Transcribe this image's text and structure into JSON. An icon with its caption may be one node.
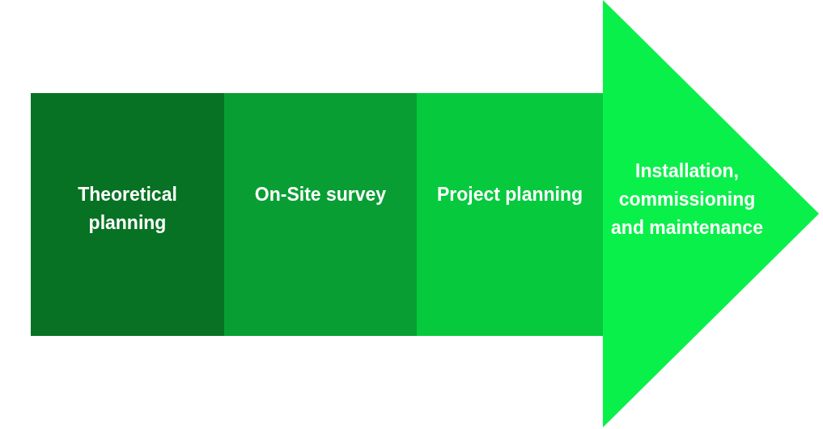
{
  "diagram": {
    "nodes": [
      {
        "text": [
          "Theoretical planning"
        ]
      },
      {
        "text": [
          "On-Site survey"
        ]
      },
      {
        "text": [
          "Project planning"
        ]
      },
      {
        "text": [
          "Installation, commissioning and maintenance"
        ]
      }
    ]
  }
}
